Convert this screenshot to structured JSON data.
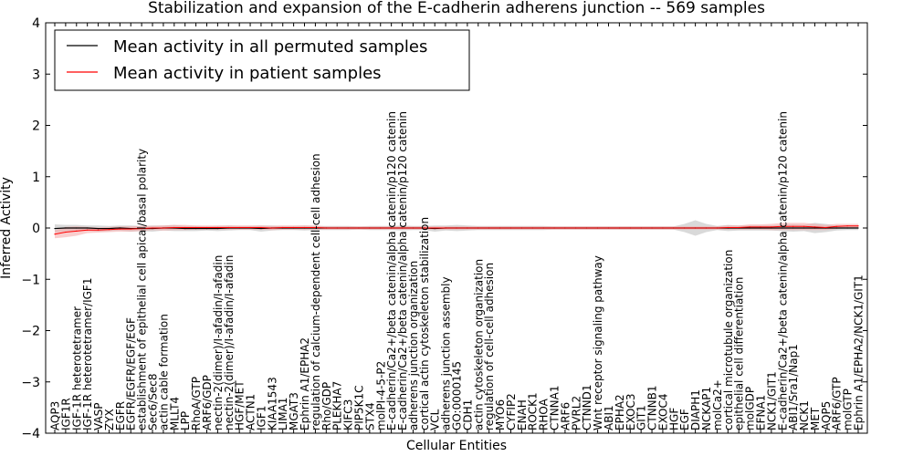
{
  "chart_data": {
    "type": "line",
    "title": "Stabilization and expansion of the E-cadherin adherens junction -- 569 samples",
    "xlabel": "Cellular Entities",
    "ylabel": "Inferred Activity",
    "ylim": [
      -4,
      4
    ],
    "yticks": [
      "−4",
      "−3",
      "−2",
      "−1",
      "0",
      "1",
      "2",
      "3",
      "4"
    ],
    "legend_position": "top-left",
    "grid": false,
    "categories": [
      "AQP3",
      "IGF1R",
      "IGF-1R heterotetramer",
      "IGF-1R heterotetramer/IGF1",
      "VASP",
      "ZYX",
      "EGFR",
      "EGFR/EGFR/EGF/EGF",
      "establishment of epithelial cell apical/basal polarity",
      "Sec6/Sec8",
      "actin cable formation",
      "MLLT4",
      "LPP",
      "RhoA/GTP",
      "ARF6/GDP",
      "nectin-2(dimer)/I-afadin/I-afadin",
      "nectin-2(dimer)/I-afadin/I-afadin",
      "HGF/MET",
      "ACTN1",
      "IGF1",
      "KIAA1543",
      "LIMA1",
      "MGAT3",
      "Ephrin A1/EPHA2",
      "regulation of calcium-dependent cell-cell adhesion",
      "Rho/GDP",
      "PLEKHA7",
      "KIFC3",
      "PIP5K1C",
      "STX4",
      "molPI-4-5-P2",
      "E-cadherin/Ca2+/beta catenin/alpha catenin/p120 catenin",
      "E-cadherin/Ca2+/beta catenin/alpha catenin/p120 catenin",
      "adherens junction organization",
      "cortical actin cytoskeleton stabilization",
      "VCL",
      "adherens junction assembly",
      "GO:0000145",
      "CDH1",
      "actin cytoskeleton organization",
      "regulation of cell-cell adhesion",
      "MYO6",
      "CYFIP2",
      "ENAH",
      "ROCK1",
      "RHOA",
      "CTNNA1",
      "ARF6",
      "PVRL2",
      "CTNND1",
      "Wnt receptor signaling pathway",
      "ABI1",
      "EPHA2",
      "EXOC3",
      "GIT1",
      "CTNNB1",
      "EXOC4",
      "HGF",
      "EGF",
      "DIAPH1",
      "NCKAP1",
      "molCa2+",
      "cortical microtubule organization",
      "epithelial cell differentiation",
      "molGDP",
      "EFNA1",
      "NCK1/GIT1",
      "E-cadherin/Ca2+/beta catenin/alpha catenin/p120 catenin",
      "ABI1/Sra1/Nap1",
      "NCK1",
      "MET",
      "AQP5",
      "ARF6/GTP",
      "molGTP",
      "Ephrin A1/EPHA2/NCK1/GIT1"
    ],
    "series": [
      {
        "name": "Mean activity in all permuted samples",
        "color": "#000000",
        "band_color": "#bfbfbf",
        "values": [
          -0.01,
          0.0,
          0.0,
          0.0,
          -0.01,
          -0.01,
          0.0,
          -0.01,
          -0.01,
          -0.01,
          0.0,
          0.0,
          -0.01,
          -0.01,
          -0.01,
          -0.01,
          0.0,
          0.0,
          0.0,
          -0.01,
          0.0,
          0.0,
          0.0,
          0.0,
          0.0,
          0.0,
          0.0,
          0.0,
          0.0,
          0.0,
          0.0,
          0.0,
          0.0,
          0.0,
          0.0,
          -0.01,
          0.0,
          0.0,
          0.0,
          0.0,
          0.0,
          0.0,
          0.0,
          0.0,
          0.0,
          0.0,
          0.0,
          0.0,
          0.0,
          0.0,
          0.0,
          0.0,
          0.0,
          0.0,
          0.0,
          0.0,
          0.0,
          0.0,
          0.0,
          0.0,
          0.0,
          0.0,
          0.0,
          0.0,
          0.0,
          0.0,
          0.0,
          0.0,
          0.0,
          0.0,
          0.0,
          0.0,
          0.0,
          0.0,
          0.0
        ],
        "band": [
          0.08,
          0.06,
          0.06,
          0.05,
          0.06,
          0.05,
          0.05,
          0.06,
          0.05,
          0.06,
          0.05,
          0.06,
          0.05,
          0.05,
          0.04,
          0.05,
          0.05,
          0.04,
          0.04,
          0.06,
          0.05,
          0.04,
          0.04,
          0.05,
          0.04,
          0.04,
          0.04,
          0.04,
          0.03,
          0.04,
          0.04,
          0.04,
          0.05,
          0.04,
          0.04,
          0.06,
          0.05,
          0.06,
          0.05,
          0.04,
          0.04,
          0.04,
          0.04,
          0.04,
          0.04,
          0.04,
          0.03,
          0.03,
          0.03,
          0.03,
          0.03,
          0.03,
          0.03,
          0.03,
          0.03,
          0.03,
          0.03,
          0.03,
          0.08,
          0.15,
          0.08,
          0.04,
          0.06,
          0.05,
          0.05,
          0.05,
          0.05,
          0.06,
          0.07,
          0.06,
          0.1,
          0.08,
          0.05,
          0.04,
          0.04
        ]
      },
      {
        "name": "Mean activity in patient samples",
        "color": "#ff0000",
        "band_color": "#f4a6a6",
        "values": [
          -0.12,
          -0.08,
          -0.06,
          -0.04,
          -0.04,
          -0.03,
          -0.02,
          -0.02,
          -0.01,
          0.0,
          0.0,
          0.01,
          0.01,
          0.01,
          0.01,
          0.01,
          0.01,
          0.01,
          0.01,
          0.01,
          0.0,
          0.01,
          0.01,
          0.01,
          0.01,
          0.0,
          0.0,
          0.0,
          0.0,
          0.0,
          0.0,
          0.0,
          0.0,
          0.0,
          0.0,
          0.0,
          0.0,
          0.0,
          0.0,
          0.0,
          0.0,
          0.0,
          0.0,
          0.0,
          0.0,
          0.0,
          0.0,
          0.0,
          0.0,
          0.0,
          0.0,
          0.0,
          0.0,
          0.0,
          0.0,
          0.0,
          0.0,
          0.0,
          0.0,
          0.0,
          0.0,
          0.0,
          0.01,
          0.01,
          0.02,
          0.02,
          0.02,
          0.03,
          0.03,
          0.03,
          0.02,
          0.01,
          0.03,
          0.04,
          0.04
        ],
        "band": [
          0.08,
          0.1,
          0.09,
          0.06,
          0.05,
          0.05,
          0.05,
          0.05,
          0.05,
          0.04,
          0.05,
          0.05,
          0.05,
          0.04,
          0.04,
          0.04,
          0.04,
          0.04,
          0.04,
          0.04,
          0.04,
          0.04,
          0.04,
          0.04,
          0.04,
          0.03,
          0.03,
          0.03,
          0.03,
          0.03,
          0.03,
          0.03,
          0.03,
          0.03,
          0.03,
          0.03,
          0.03,
          0.03,
          0.03,
          0.03,
          0.03,
          0.03,
          0.03,
          0.03,
          0.03,
          0.03,
          0.03,
          0.03,
          0.03,
          0.03,
          0.03,
          0.03,
          0.03,
          0.03,
          0.03,
          0.03,
          0.03,
          0.03,
          0.03,
          0.03,
          0.03,
          0.03,
          0.04,
          0.04,
          0.05,
          0.05,
          0.06,
          0.07,
          0.07,
          0.07,
          0.06,
          0.05,
          0.05,
          0.04,
          0.04
        ]
      }
    ]
  }
}
